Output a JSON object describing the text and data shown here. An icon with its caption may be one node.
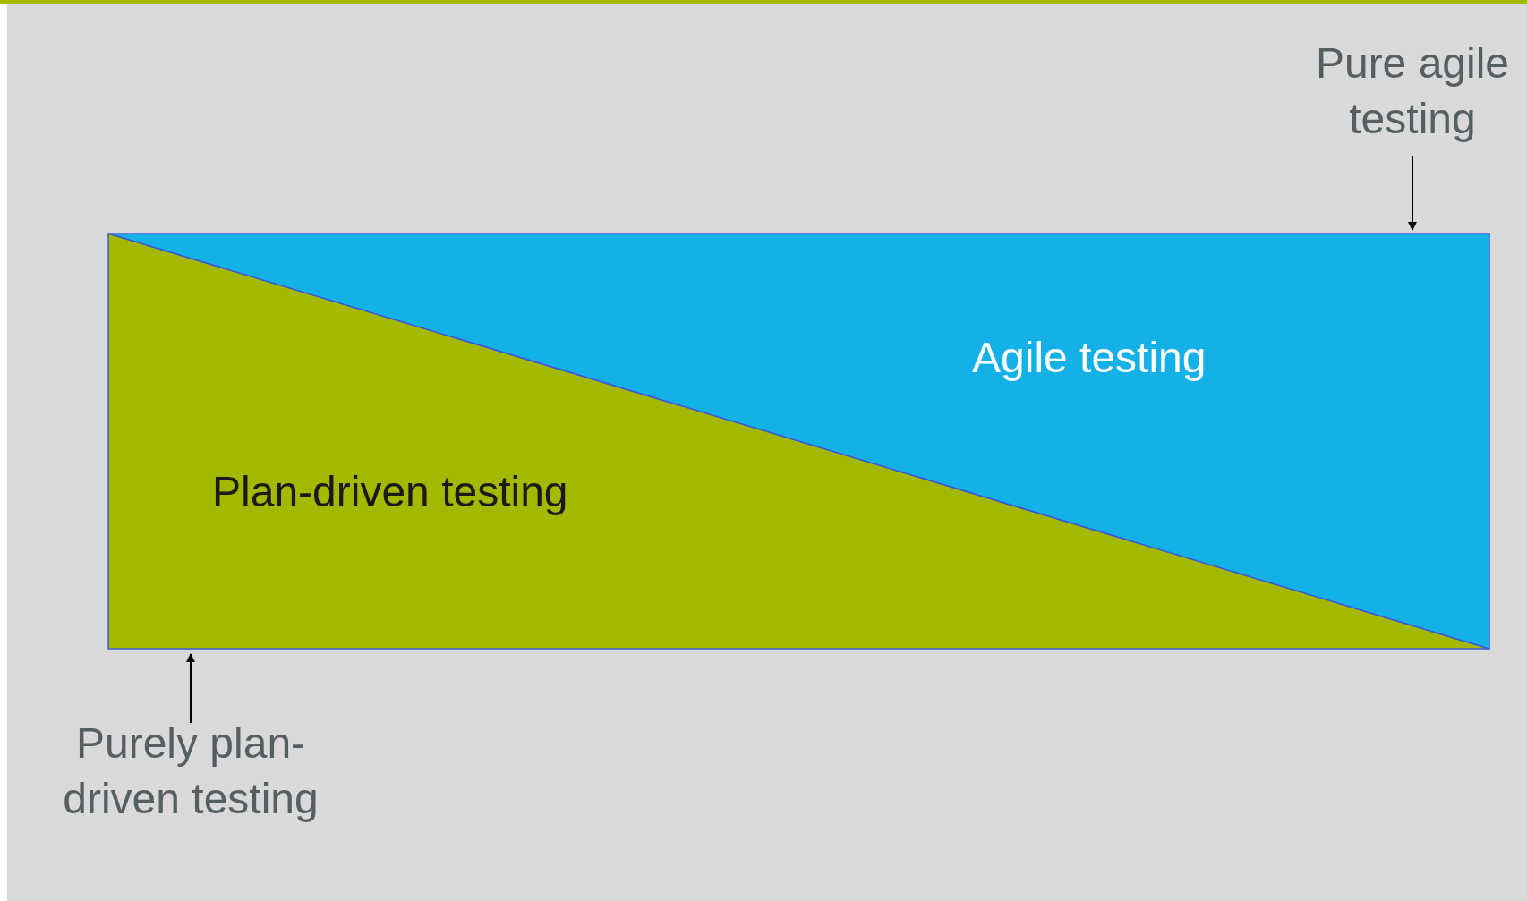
{
  "diagram": {
    "nodes": [
      {
        "text": [
          "Plan-driven testing"
        ]
      },
      {
        "text": [
          "Agile testing"
        ]
      },
      {
        "text": [
          "Pure agile testing"
        ]
      },
      {
        "text": [
          "Purely plan-driven testing"
        ]
      }
    ],
    "edges": [
      {
        "from": 2,
        "to": 1,
        "arrow": "to"
      },
      {
        "from": 3,
        "to": 0,
        "arrow": "to"
      }
    ]
  }
}
